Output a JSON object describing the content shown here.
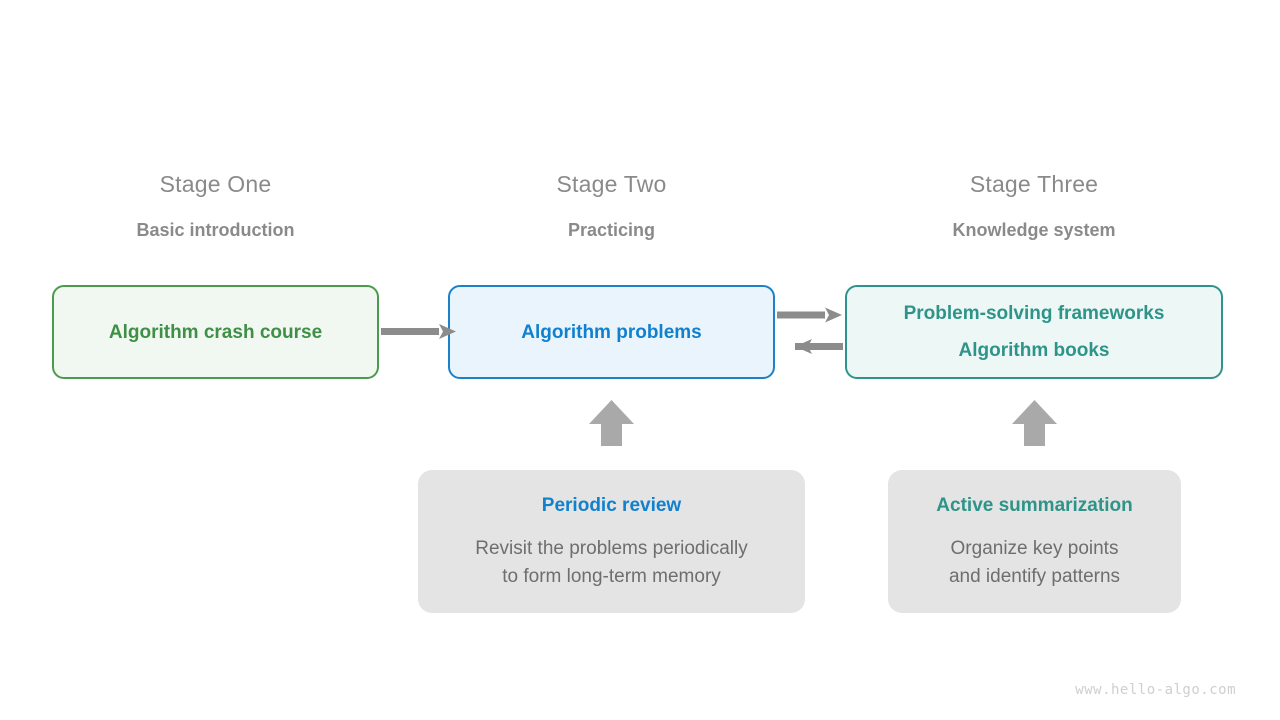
{
  "page": {
    "background": "#ffffff",
    "watermark": "www.hello-algo.com"
  },
  "stages": [
    {
      "title": "Stage One",
      "subtitle": "Basic introduction",
      "box_lines": [
        "Algorithm crash course"
      ],
      "accent": "#4c9a4c",
      "fill": "#f1f8f1",
      "text_color": "#3f8f46"
    },
    {
      "title": "Stage Two",
      "subtitle": "Practicing",
      "box_lines": [
        "Algorithm problems"
      ],
      "accent": "#1b82c8",
      "fill": "#e9f4fd",
      "text_color": "#1180cd"
    },
    {
      "title": "Stage Three",
      "subtitle": "Knowledge system",
      "box_lines": [
        "Problem-solving frameworks",
        "Algorithm books"
      ],
      "accent": "#2e9489",
      "fill": "#edf7f5",
      "text_color": "#2e9489"
    }
  ],
  "notes": [
    {
      "title": "Periodic review",
      "title_color": "#1180cd",
      "body_lines": [
        "Revisit the problems periodically",
        "to form long-term memory"
      ],
      "panel_color": "#e4e4e4"
    },
    {
      "title": "Active summarization",
      "title_color": "#2e9489",
      "body_lines": [
        "Organize key points",
        "and identify patterns"
      ],
      "panel_color": "#e4e4e4"
    }
  ],
  "arrows": {
    "color": "#8c8c8c",
    "items": [
      {
        "name": "arrow-stage-one-to-two",
        "direction": "right"
      },
      {
        "name": "arrow-stage-two-to-three",
        "direction": "right"
      },
      {
        "name": "arrow-stage-three-to-two",
        "direction": "left"
      },
      {
        "name": "arrow-review-to-stage-two",
        "direction": "up"
      },
      {
        "name": "arrow-summarization-to-stage-three",
        "direction": "up"
      }
    ]
  }
}
